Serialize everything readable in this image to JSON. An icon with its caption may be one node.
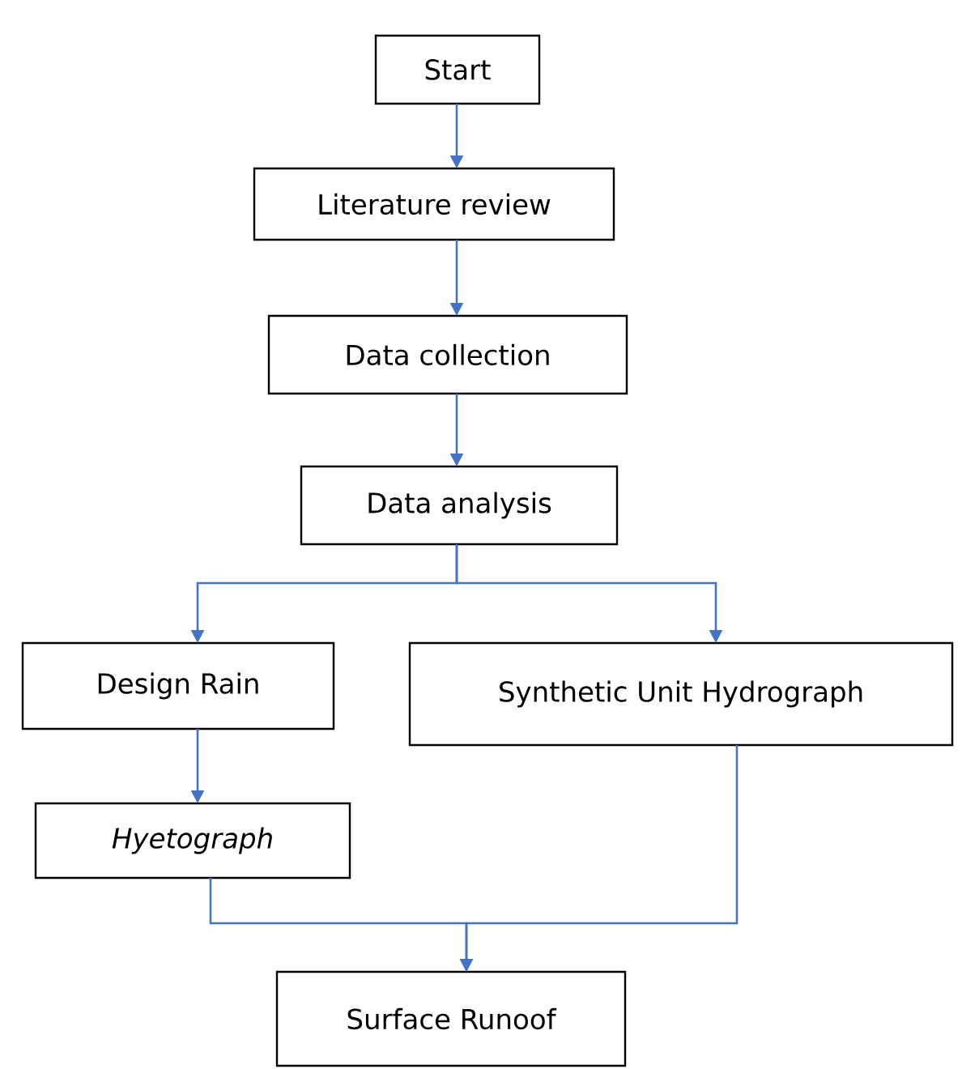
{
  "diagram": {
    "nodes": [
      {
        "text": [
          "Start"
        ]
      },
      {
        "text": [
          "Literature review"
        ]
      },
      {
        "text": [
          "Data collection"
        ]
      },
      {
        "text": [
          "Data analysis"
        ]
      },
      {
        "text": [
          "Design Rain"
        ]
      },
      {
        "text": [
          "Synthetic Unit Hydrograph"
        ]
      },
      {
        "text": [
          "Hyetograph"
        ]
      },
      {
        "text": [
          "Surface Runoof"
        ]
      }
    ],
    "edges": [
      {
        "from": 0,
        "to": 1,
        "arrow": "to"
      },
      {
        "from": 1,
        "to": 2,
        "arrow": "to"
      },
      {
        "from": 2,
        "to": 3,
        "arrow": "to"
      },
      {
        "from": 3,
        "to": 4,
        "arrow": "to"
      },
      {
        "from": 3,
        "to": 5,
        "arrow": "to"
      },
      {
        "from": 4,
        "to": 6,
        "arrow": "to"
      },
      {
        "from": 6,
        "to": 7,
        "arrow": "to"
      },
      {
        "from": 5,
        "to": 7,
        "arrow": "to"
      }
    ]
  }
}
